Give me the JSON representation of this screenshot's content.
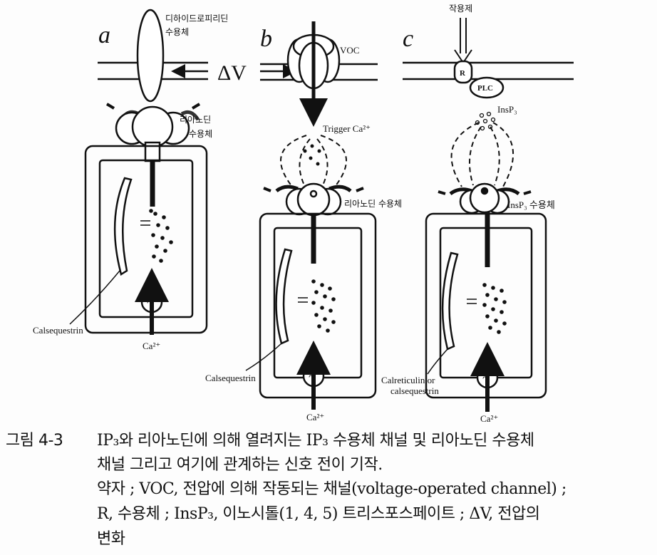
{
  "figure": {
    "panels": [
      "a",
      "b",
      "c"
    ],
    "labels": {
      "dhp_receptor_line1": "디하이드로피리딘",
      "dhp_receptor_line2": "수용체",
      "delta_v": "ΔV",
      "ryanodine_a_line1": "리아노딘",
      "ryanodine_a_line2": "수용체",
      "calsequestrin_a": "Calsequestrin",
      "ca_a": "Ca²⁺",
      "voc": "VOC",
      "trigger_ca": "Trigger Ca²⁺",
      "ryanodine_b": "리아노딘 수용체",
      "calsequestrin_b": "Calsequestrin",
      "ca_b": "Ca²⁺",
      "agonist": "작용제",
      "r": "R",
      "plc": "PLC",
      "insp3": "InsP₃",
      "insp3_receptor": "InsP₃ 수용체",
      "calreticulin_line1": "Calreticulin or",
      "calreticulin_line2": "calsequestrin",
      "ca_c": "Ca²⁺",
      "pump_symbol": "~"
    }
  },
  "caption": {
    "number": "그림 4-3",
    "line1": "IP₃와 리아노딘에 의해 열려지는 IP₃ 수용체 채널 및 리아노딘 수용체",
    "line2": "채널 그리고 여기에 관계하는 신호 전이 기작.",
    "line3": "약자 ; VOC, 전압에 의해 작동되는 채널(voltage-operated channel) ;",
    "line4": "R, 수용체 ; InsP₃, 이노시톨(1, 4, 5) 트리스포스페이트 ; ΔV, 전압의",
    "line5": "변화"
  }
}
